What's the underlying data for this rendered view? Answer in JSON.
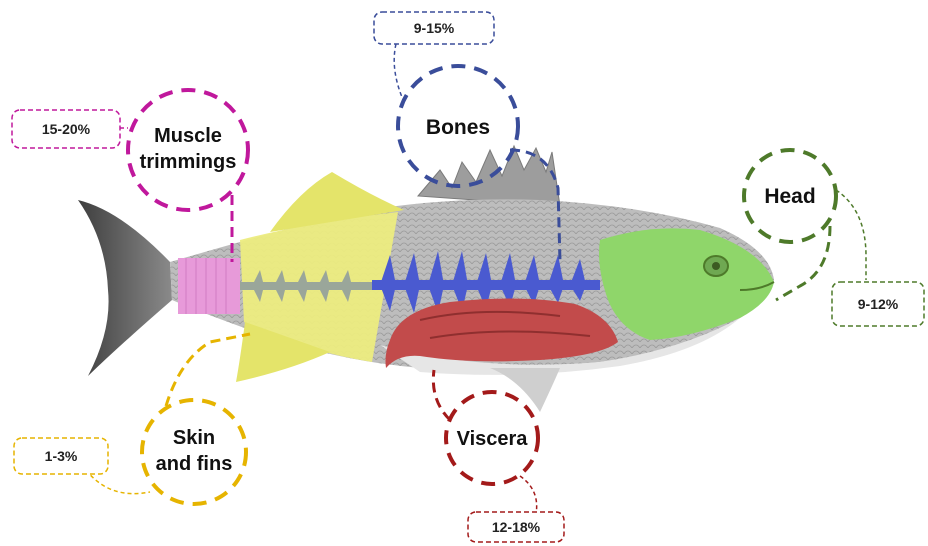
{
  "parts": [
    {
      "id": "head",
      "label_lines": [
        "Head"
      ],
      "percent": "9-12%",
      "color": "#4e7a2a"
    },
    {
      "id": "bones",
      "label_lines": [
        "Bones"
      ],
      "percent": "9-15%",
      "color": "#3a4d9a"
    },
    {
      "id": "muscle",
      "label_lines": [
        "Muscle",
        "trimmings"
      ],
      "percent": "15-20%",
      "color": "#c0189c"
    },
    {
      "id": "skin",
      "label_lines": [
        "Skin",
        "and fins"
      ],
      "percent": "1-3%",
      "color": "#e6b400"
    },
    {
      "id": "viscera",
      "label_lines": [
        "Viscera"
      ],
      "percent": "12-18%",
      "color": "#a31a1a"
    }
  ],
  "fill_colors": {
    "head": "#8fd66a",
    "bones": "#4a5ad0",
    "muscle": "#e79ad9",
    "skin": "#ecec80",
    "viscera": "#c24b4b",
    "body": "#b7b7b7",
    "tail": "#5a5a5a",
    "belly": "#e3e3e3"
  }
}
